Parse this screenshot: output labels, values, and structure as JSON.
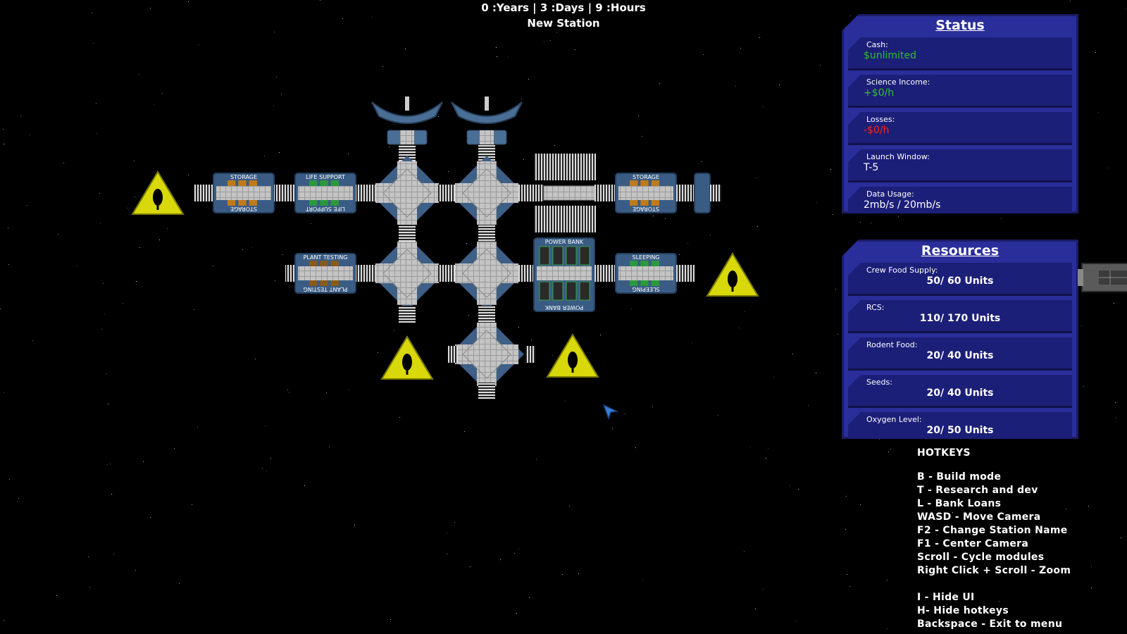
{
  "clock": {
    "time_text": "0 :Years | 3 :Days | 9 :Hours",
    "station_name": "New Station"
  },
  "status_panel": {
    "title": "Status",
    "cash": {
      "label": "Cash:",
      "value": "$unlimited",
      "color": "#2fbf2f"
    },
    "science_income": {
      "label": "Science Income:",
      "value": "+$0/h",
      "color": "#2fbf2f"
    },
    "losses": {
      "label": "Losses:",
      "value": "-$0/h",
      "color": "#ff2020"
    },
    "launch_window": {
      "label": "Launch Window:",
      "value": "T-5",
      "color": "#ffffff"
    },
    "data_usage": {
      "label": "Data Usage:",
      "value": "2mb/s / 20mb/s",
      "color": "#ffffff"
    }
  },
  "resources_panel": {
    "title": "Resources",
    "items": [
      {
        "label": "Crew Food Supply:",
        "value": "50/ 60 Units"
      },
      {
        "label": "RCS:",
        "value": "110/ 170 Units"
      },
      {
        "label": "Rodent Food:",
        "value": "20/ 40 Units"
      },
      {
        "label": "Seeds:",
        "value": "20/ 40 Units"
      },
      {
        "label": "Oxygen Level:",
        "value": "20/ 50 Units"
      }
    ]
  },
  "hotkeys": {
    "title": "HOTKEYS",
    "lines": [
      "B - Build mode",
      "T - Research and dev",
      "L - Bank Loans",
      "WASD - Move Camera",
      "F2 - Change Station Name",
      "F1 - Center Camera",
      "Scroll - Cycle modules",
      "Right Click + Scroll - Zoom",
      "",
      "I - Hide UI",
      "H- Hide hotkeys",
      "Backspace - Exit to menu"
    ]
  },
  "modules": {
    "storage_label": "STORAGE",
    "life_support_label": "LIFE SUPPORT",
    "plant_testing_label": "PLANT TESTING",
    "power_bank_label": "POWER BANK",
    "sleeping_label": "SLEEPING"
  },
  "colors": {
    "panel_bg": "#2a2e9a",
    "slot_bg": "#1c1f78",
    "warning_yellow": "#d8d80a",
    "module_frame": "#5a7fa6",
    "hub_grey": "#b8b8b8"
  }
}
